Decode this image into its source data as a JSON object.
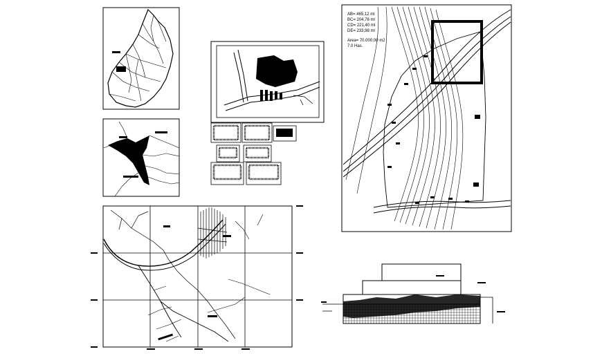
{
  "area_table": {
    "lines": [
      "AB= 465,12 ml",
      "BC= 204,76 ml",
      "CD= 221,40 ml",
      "DE= 233,98 ml",
      "Area= 70.000,00 m2",
      "7.0 Has."
    ]
  }
}
